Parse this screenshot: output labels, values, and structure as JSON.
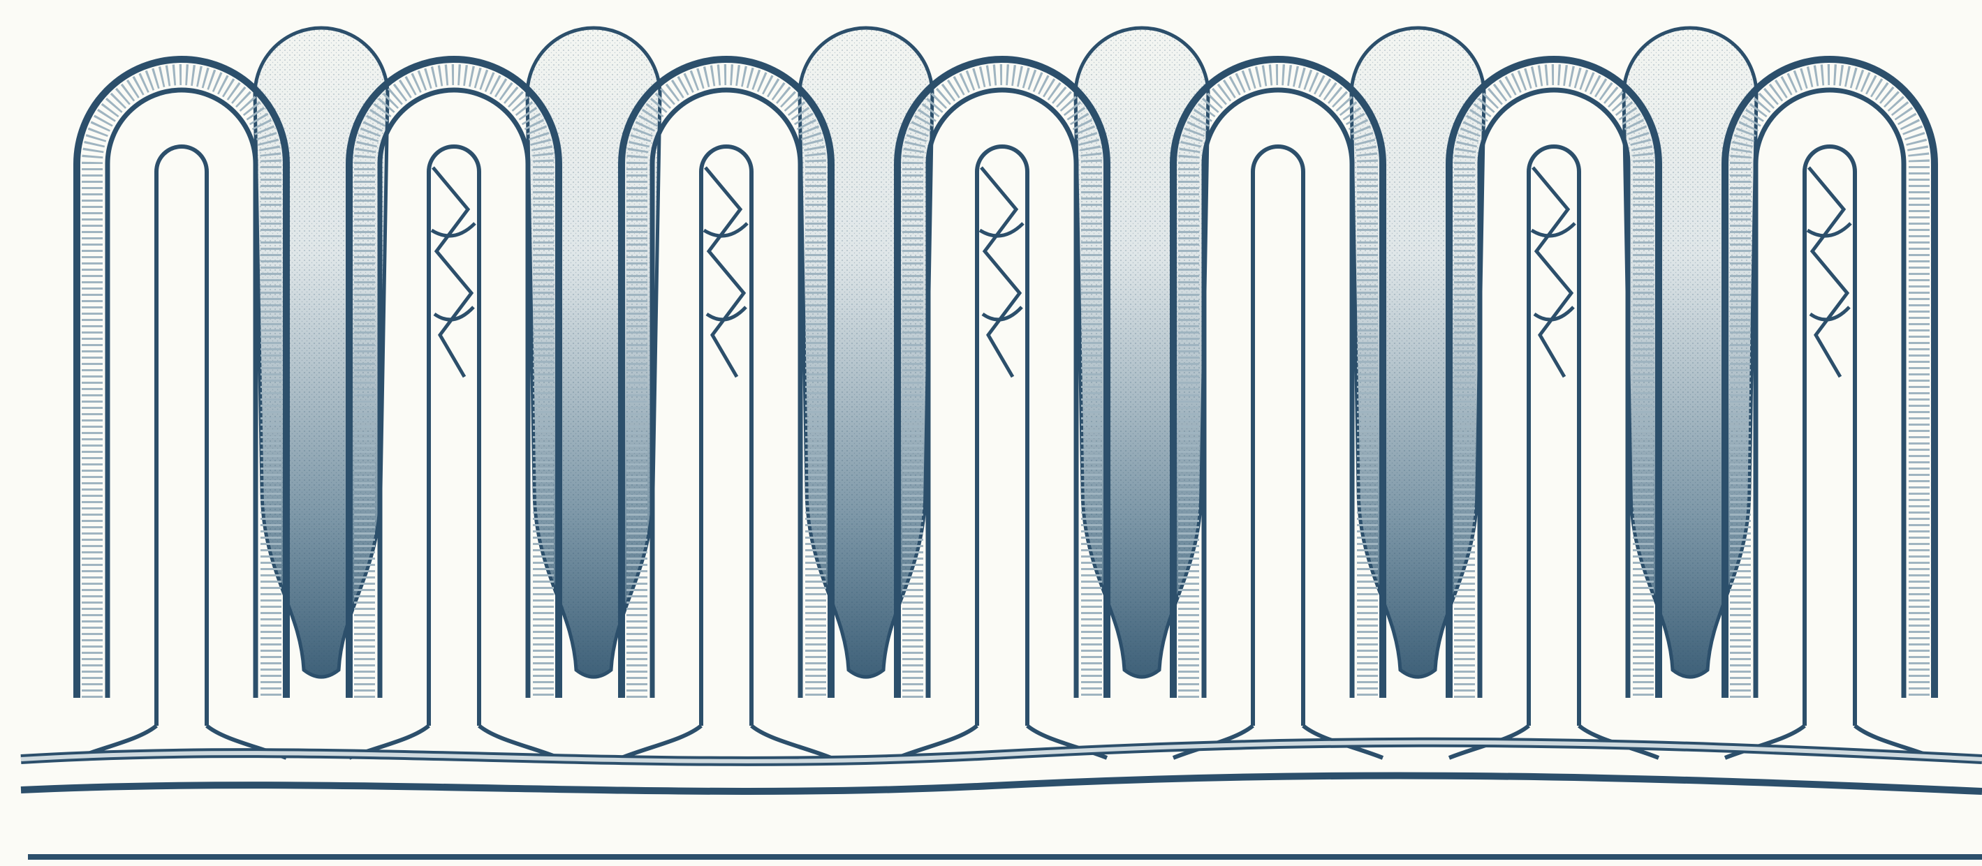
{
  "figure": {
    "subject": "",
    "colors": {
      "background": "#fbfbf6",
      "ink": "#2c4f6b",
      "cell_fill": "#e4ecee",
      "lumen_dark": "#4b6c82",
      "lumen_light": "#f4f6f2"
    },
    "villi": [
      {
        "id": "villus-1",
        "capillary_net": false
      },
      {
        "id": "villus-2",
        "capillary_net": true
      },
      {
        "id": "villus-3",
        "capillary_net": true
      },
      {
        "id": "villus-4",
        "capillary_net": true
      },
      {
        "id": "villus-5",
        "capillary_net": false
      },
      {
        "id": "villus-6",
        "capillary_net": true
      },
      {
        "id": "villus-7",
        "capillary_net": true
      }
    ],
    "crypts": [
      {
        "id": "crypt-1"
      },
      {
        "id": "crypt-2"
      },
      {
        "id": "crypt-3"
      },
      {
        "id": "crypt-4"
      },
      {
        "id": "crypt-5"
      },
      {
        "id": "crypt-6"
      }
    ]
  }
}
